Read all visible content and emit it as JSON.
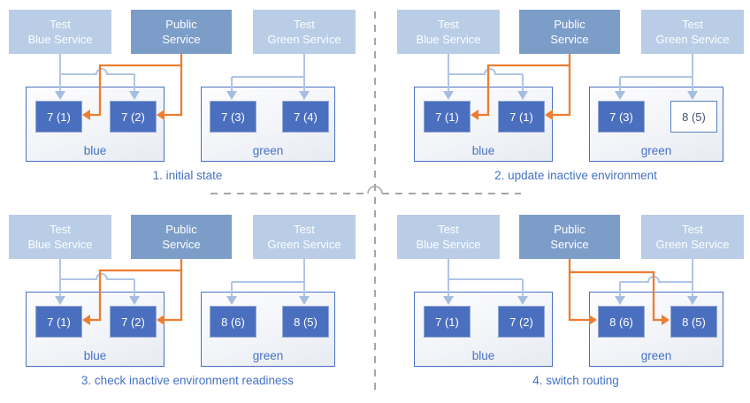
{
  "diagram": {
    "kind": "blue-green deployment process",
    "colors": {
      "test_service_fill": "#b9cde6",
      "public_service_fill": "#7d9dc9",
      "pod_fill": "#4a6fbe",
      "pod_outline_border": "#5b7fc0",
      "pod_outline_text": "#44546a",
      "env_border": "#4a72c0",
      "connector_blue": "#b0c5e6",
      "connector_orange": "#ed7d31",
      "caption_text": "#4472c4",
      "divider_gray": "#a6a6a6"
    }
  },
  "quadrants": [
    {
      "caption": "1. initial state",
      "public_routes_to": "blue",
      "services": [
        {
          "line1": "Test",
          "line2": "Blue Service"
        },
        {
          "line1": "Public",
          "line2": "Service"
        },
        {
          "line1": "Test",
          "line2": "Green Service"
        }
      ],
      "environments": [
        {
          "label": "blue",
          "pods": [
            {
              "label": "7 (1)",
              "state": "active"
            },
            {
              "label": "7 (2)",
              "state": "active"
            }
          ]
        },
        {
          "label": "green",
          "pods": [
            {
              "label": "7 (3)",
              "state": "active"
            },
            {
              "label": "7 (4)",
              "state": "active"
            }
          ]
        }
      ]
    },
    {
      "caption": "2. update inactive environment",
      "public_routes_to": "blue",
      "services": [
        {
          "line1": "Test",
          "line2": "Blue Service"
        },
        {
          "line1": "Public",
          "line2": "Service"
        },
        {
          "line1": "Test",
          "line2": "Green Service"
        }
      ],
      "environments": [
        {
          "label": "blue",
          "pods": [
            {
              "label": "7 (1)",
              "state": "active"
            },
            {
              "label": "7 (1)",
              "state": "active"
            }
          ]
        },
        {
          "label": "green",
          "pods": [
            {
              "label": "7 (3)",
              "state": "active"
            },
            {
              "label": "8 (5)",
              "state": "starting"
            }
          ]
        }
      ]
    },
    {
      "caption": "3. check inactive environment readiness",
      "public_routes_to": "blue",
      "services": [
        {
          "line1": "Test",
          "line2": "Blue Service"
        },
        {
          "line1": "Public",
          "line2": "Service"
        },
        {
          "line1": "Test",
          "line2": "Green Service"
        }
      ],
      "environments": [
        {
          "label": "blue",
          "pods": [
            {
              "label": "7 (1)",
              "state": "active"
            },
            {
              "label": "7 (2)",
              "state": "active"
            }
          ]
        },
        {
          "label": "green",
          "pods": [
            {
              "label": "8 (6)",
              "state": "active"
            },
            {
              "label": "8 (5)",
              "state": "active"
            }
          ]
        }
      ]
    },
    {
      "caption": "4. switch routing",
      "public_routes_to": "green",
      "services": [
        {
          "line1": "Test",
          "line2": "Blue Service"
        },
        {
          "line1": "Public",
          "line2": "Service"
        },
        {
          "line1": "Test",
          "line2": "Green Service"
        }
      ],
      "environments": [
        {
          "label": "blue",
          "pods": [
            {
              "label": "7 (1)",
              "state": "active"
            },
            {
              "label": "7 (2)",
              "state": "active"
            }
          ]
        },
        {
          "label": "green",
          "pods": [
            {
              "label": "8 (6)",
              "state": "active"
            },
            {
              "label": "8 (5)",
              "state": "active"
            }
          ]
        }
      ]
    }
  ]
}
